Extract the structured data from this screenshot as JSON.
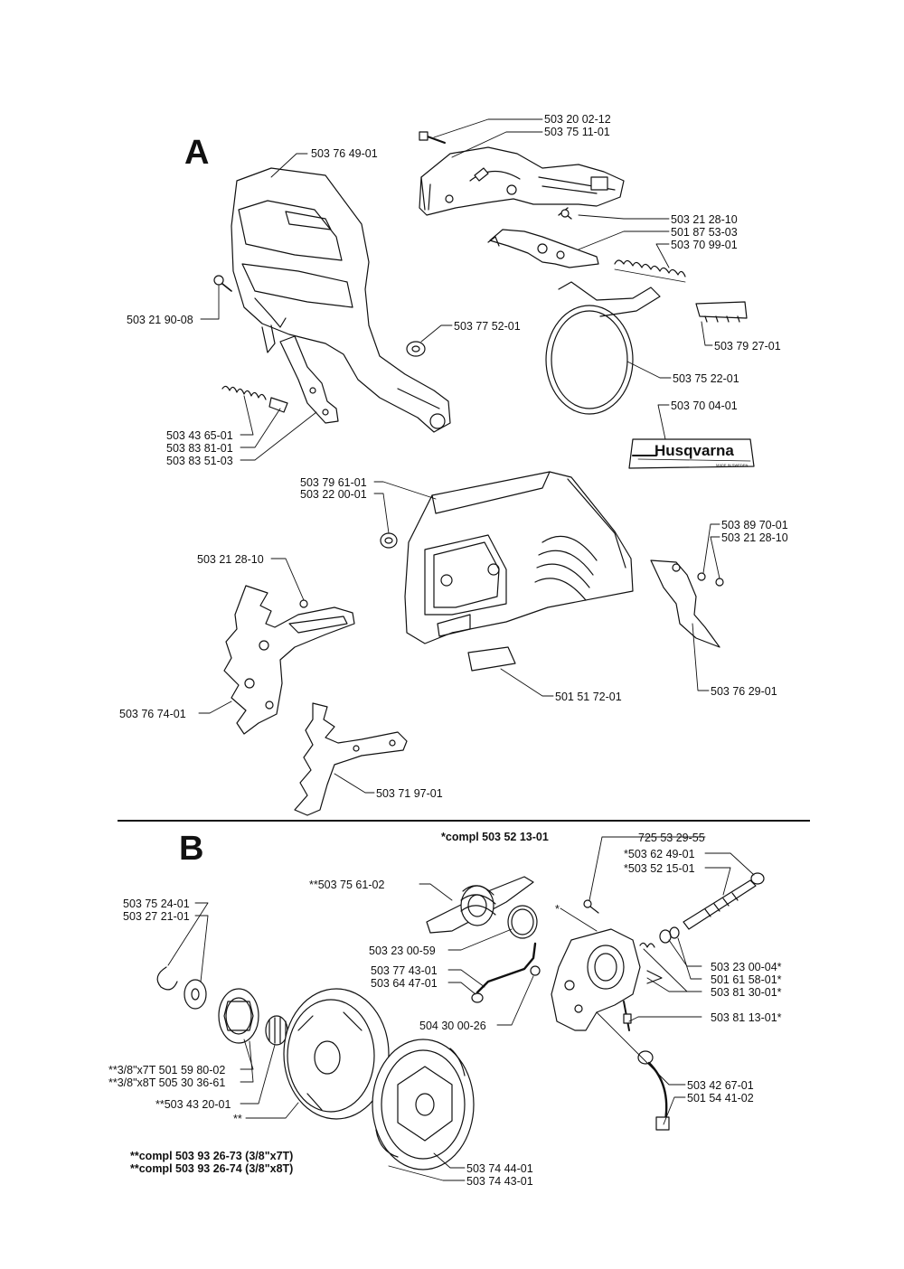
{
  "section_a": {
    "letter": "A",
    "labels": {
      "l_503200212": "503 20 02-12",
      "l_503751101": "503 75 11-01",
      "l_503764901": "503 76 49-01",
      "l_503212810_a": "503 21 28-10",
      "l_501875303": "501 87 53-03",
      "l_503709901": "503 70 99-01",
      "l_503219008": "503 21 90-08",
      "l_503775201": "503 77 52-01",
      "l_503792701": "503 79 27-01",
      "l_503752201": "503 75 22-01",
      "l_503700401": "503 70 04-01",
      "l_503436501": "503 43 65-01",
      "l_503838101": "503 83 81-01",
      "l_503835103": "503 83 51-03",
      "l_503796101": "503 79 61-01",
      "l_503220001": "503 22 00-01",
      "l_503897001": "503 89 70-01",
      "l_503212810_b": "503 21 28-10",
      "l_503212810_c": "503 21 28-10",
      "l_503767401": "503 76 74-01",
      "l_501517201": "501 51 72-01",
      "l_503762901": "503 76 29-01",
      "l_503719701": "503 71 97-01"
    },
    "brand": "Husqvarna",
    "brand_small": "MADE IN SWEDEN"
  },
  "section_b": {
    "letter": "B",
    "labels": {
      "l_compl_503521301": "*compl 503 52 13-01",
      "l_725532955": "725 53 29-55",
      "l_503624901": "*503 62 49-01",
      "l_503521501": "*503 52 15-01",
      "l_503756102": "**503 75 61-02",
      "l_503752401": "503 75 24-01",
      "l_503272101": "503 27 21-01",
      "l_star": "*",
      "l_503230059": "503 23 00-59",
      "l_503230004": "503 23 00-04*",
      "l_501615801": "501 61 58-01*",
      "l_503774301": "503 77 43-01",
      "l_503644701": "503 64 47-01",
      "l_503813001": "503 81 30-01*",
      "l_504300026": "504 30 00-26",
      "l_503811301": "503 81 13-01*",
      "l_501598002": "**3/8\"x7T 501 59 80-02",
      "l_505303661": "**3/8\"x8T 505 30 36-61",
      "l_503432001": "**503 43 20-01",
      "l_starstar": "**",
      "l_503426701": "503 42 67-01",
      "l_501544102": "501 54 41-02",
      "l_compl_503932673": "**compl 503 93 26-73 (3/8\"x7T)",
      "l_compl_503932674": "**compl 503 93 26-74 (3/8\"x8T)",
      "l_503744401": "503 74 44-01",
      "l_503744301": "503 74 43-01"
    }
  }
}
